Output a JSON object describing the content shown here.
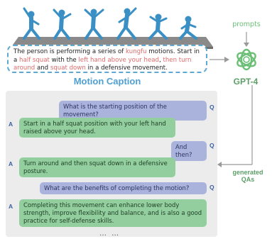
{
  "caption": {
    "segments": [
      {
        "text": "The person is performing a series of ",
        "hl": false
      },
      {
        "text": "kungfu",
        "hl": true
      },
      {
        "text": " motions. Start in a ",
        "hl": false
      },
      {
        "text": "half squat",
        "hl": true
      },
      {
        "text": " with the ",
        "hl": false
      },
      {
        "text": "left hand above your head",
        "hl": true
      },
      {
        "text": ", ",
        "hl": false
      },
      {
        "text": "then turn around",
        "hl": true
      },
      {
        "text": " and ",
        "hl": false
      },
      {
        "text": "squat down",
        "hl": true
      },
      {
        "text": " in a defensive movement.",
        "hl": false
      }
    ],
    "title": "Motion Caption"
  },
  "right": {
    "prompts": "prompts",
    "gpt": "GPT-4",
    "generated_1": "generated",
    "generated_2": "QAs"
  },
  "qa": {
    "q1": "What is the starting position of the movement?",
    "a1": "Start in a half squat position with your left hand raised above your head.",
    "q2": "And then?",
    "a2": "Turn around and then squat down in a defensive posture.",
    "q3": "What are the benefits of completing the motion?",
    "a3": "Completing this movement can enhance lower body strength, improve flexibility and balance, and is also a good practice for self-defense skills.",
    "q_tag": "Q",
    "a_tag": "A",
    "ellipsis": "… …"
  },
  "colors": {
    "highlight": "#e06b6b",
    "question_bubble": "#aab3dc",
    "answer_bubble": "#93cf9e",
    "figure": "#3a8fc4",
    "accent_green": "#6abf75"
  }
}
